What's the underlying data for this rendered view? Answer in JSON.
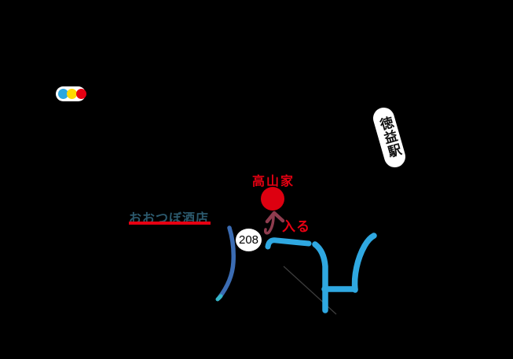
{
  "canvas": {
    "background": "#000000"
  },
  "labels": {
    "destination": {
      "text": "高山家",
      "color": "#e60012"
    },
    "enter": {
      "text": "入る",
      "color": "#e60012"
    },
    "liquor_store": {
      "text": "おおつぼ酒店",
      "color": "#2c5a6e",
      "underline_color": "#e60012"
    },
    "route_badge": {
      "text": "208",
      "text_color": "#000000",
      "bg": "#ffffff"
    },
    "station": {
      "text": "徳益駅",
      "text_color": "#111111",
      "bg": "#ffffff"
    }
  },
  "icons": {
    "traffic_light": {
      "name": "traffic-light-icon",
      "bg": "#ffffff",
      "lamp_colors": [
        "#2ba7e0",
        "#ffd900",
        "#e60012"
      ]
    },
    "destination_marker_color": "#dd0010",
    "enter_arrow_color": "#8e3c4e"
  },
  "map": {
    "road_color": "#2fa8e1",
    "river_color": "#3b6cb3",
    "river_tip_color": "#35b6c9",
    "rail_line_color": "#3d3d3d"
  }
}
